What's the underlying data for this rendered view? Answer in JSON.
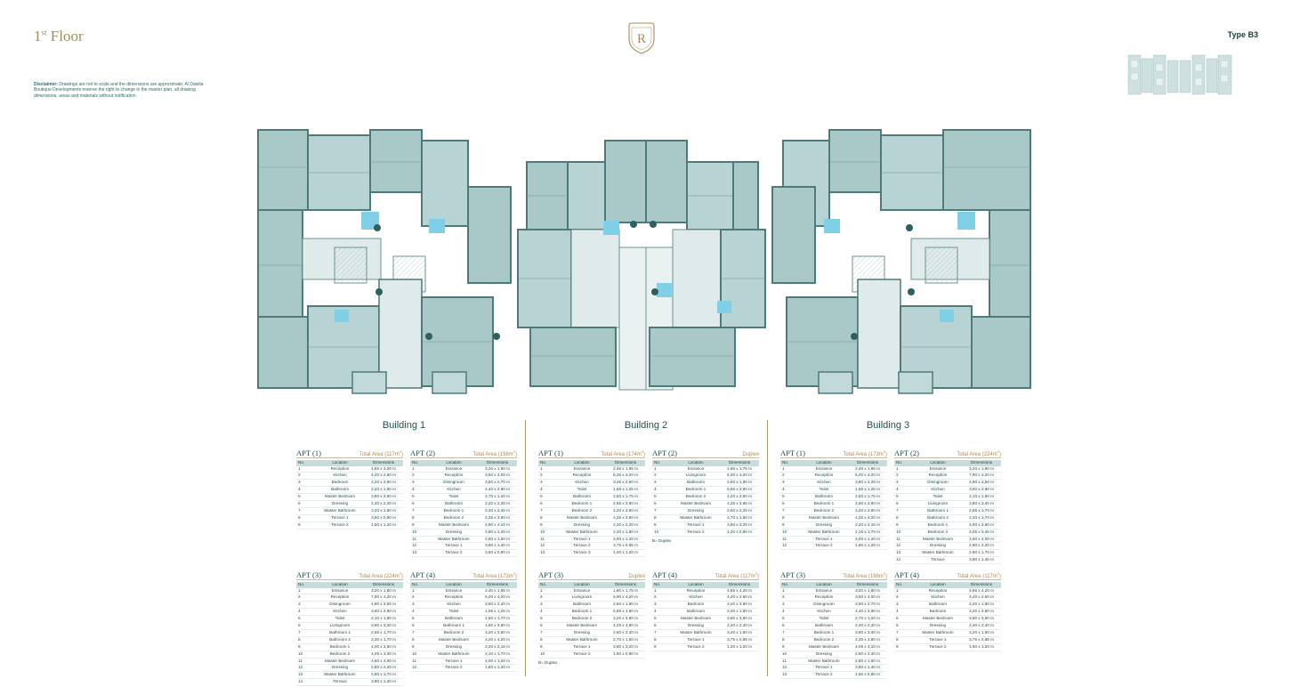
{
  "header": {
    "floor_number": "1",
    "floor_suffix": "st",
    "floor_word": "Floor",
    "logo_letter": "R",
    "type_label": "Type B3"
  },
  "disclaimer": {
    "label": "Disclaimer:",
    "text": "Drawings are not to scale and the dimensions are approximate, Al Dawlia Boutique Developments reserve the right to change in the master plan, all drawing dimensions, areas and materials without notification."
  },
  "colors": {
    "teal": "#9fc2c2",
    "wall": "#4f7a7a",
    "gold": "#a88a58",
    "header_fill": "#c8dcdc"
  },
  "columns": {
    "no": "No.",
    "location": "Location",
    "dimensions": "Dimensions"
  },
  "area_prefix": "Total Area",
  "area_unit_sup": "2",
  "buildings": [
    {
      "title": "Building 1",
      "apartments": [
        {
          "name": "APT (1)",
          "area": "(117m",
          "rows": [
            [
              "1",
              "Reception",
              "4,65 x 4,20 m"
            ],
            [
              "2",
              "Kitchen",
              "4,20 x 2,60 m"
            ],
            [
              "3",
              "Bedroom",
              "4,20 x 3,80 m"
            ],
            [
              "4",
              "Bathroom",
              "2,20 x 1,80 m"
            ],
            [
              "5",
              "Master Bedroom",
              "3,80 x 3,80 m"
            ],
            [
              "6",
              "Dressing",
              "2,40 x 2,20 m"
            ],
            [
              "7",
              "Master Bathroom",
              "3,20 x 1,60 m"
            ],
            [
              "8",
              "Terrace 1",
              "3,60 x 0,90 m"
            ],
            [
              "9",
              "Terrace 2",
              "1,50 x 1,20 m"
            ]
          ]
        },
        {
          "name": "APT (2)",
          "area": "(198m",
          "rows": [
            [
              "1",
              "Entrance",
              "3,20 x 1,80 m"
            ],
            [
              "2",
              "Reception",
              "3,50 x 4,00 m"
            ],
            [
              "3",
              "Diningroom",
              "3,50 x 2,70 m"
            ],
            [
              "4",
              "Kitchen",
              "4,40 x 2,90 m"
            ],
            [
              "5",
              "Toilet",
              "2,70 x 1,20 m"
            ],
            [
              "6",
              "Bathroom",
              "2,20 x 2,20 m"
            ],
            [
              "7",
              "Bedroom 1",
              "3,40 x 3,40 m"
            ],
            [
              "8",
              "Bedroom 2",
              "4,35 x 3,80 m"
            ],
            [
              "9",
              "Master Bedroom",
              "4,90 x 4,10 m"
            ],
            [
              "10",
              "Dressing",
              "2,80 x 2,20 m"
            ],
            [
              "11",
              "Master Bathroom",
              "2,80 x 1,60 m"
            ],
            [
              "12",
              "Terrace 1",
              "3,90 x 1,40 m"
            ],
            [
              "13",
              "Terrace 2",
              "3,50 x 0,90 m"
            ]
          ]
        },
        {
          "name": "APT (3)",
          "area": "(224m",
          "rows": [
            [
              "1",
              "Entrance",
              "3,20 x 1,80 m"
            ],
            [
              "2",
              "Reception",
              "7,90 x 4,20 m"
            ],
            [
              "3",
              "Diningroom",
              "4,90 x 3,50 m"
            ],
            [
              "4",
              "Kitchen",
              "3,60 x 2,90 m"
            ],
            [
              "5",
              "Toilet",
              "2,10 x 1,80 m"
            ],
            [
              "6",
              "Livingroom",
              "3,80 x 3,40 m"
            ],
            [
              "7",
              "Bathroom 1",
              "2,55 x 1,70 m"
            ],
            [
              "8",
              "Bathroom 2",
              "2,30 x 1,70 m"
            ],
            [
              "9",
              "Bedroom 1",
              "4,00 x 3,60 m"
            ],
            [
              "10",
              "Bedroom 2",
              "4,05 x 3,40 m"
            ],
            [
              "11",
              "Master Bedroom",
              "4,50 x 4,00 m"
            ],
            [
              "12",
              "Dressing",
              "2,80 x 2,20 m"
            ],
            [
              "13",
              "Master Bathroom",
              "2,80 x 1,70 m"
            ],
            [
              "14",
              "Terrace",
              "3,90 x 1,40 m"
            ]
          ]
        },
        {
          "name": "APT (4)",
          "area": "(173m",
          "rows": [
            [
              "1",
              "Entrance",
              "2,40 x 1,65 m"
            ],
            [
              "2",
              "Reception",
              "6,20 x 4,20 m"
            ],
            [
              "3",
              "Kitchen",
              "3,80 x 2,20 m"
            ],
            [
              "4",
              "Toilet",
              "1,65 x 1,25 m"
            ],
            [
              "5",
              "Bathroom",
              "2,50 x 1,70 m"
            ],
            [
              "6",
              "Bathroom 1",
              "4,50 x 3,80 m"
            ],
            [
              "7",
              "Bedroom 2",
              "4,20 x 3,80 m"
            ],
            [
              "8",
              "Master Bedroom",
              "4,20 x 4,20 m"
            ],
            [
              "9",
              "Dressing",
              "2,20 x 2,15 m"
            ],
            [
              "10",
              "Master Bathroom",
              "2,10 x 1,70 m"
            ],
            [
              "11",
              "Terrace 1",
              "4,00 x 1,20 m"
            ],
            [
              "12",
              "Terrace 2",
              "1,80 x 1,20 m"
            ]
          ]
        }
      ]
    },
    {
      "title": "Building 2",
      "apartments": [
        {
          "name": "APT (1)",
          "area": "(174m",
          "rows": [
            [
              "1",
              "Entrance",
              "2,45 x 1,65 m"
            ],
            [
              "2",
              "Reception",
              "6,35 x 4,20 m"
            ],
            [
              "3",
              "Kitchen",
              "3,45 x 2,60 m"
            ],
            [
              "4",
              "Toilet",
              "1,65 x 1,25 m"
            ],
            [
              "5",
              "Bathroom",
              "2,50 x 1,75 m"
            ],
            [
              "6",
              "Bedroom 1",
              "4,55 x 3,80 m"
            ],
            [
              "7",
              "Bedroom 2",
              "4,20 x 3,80 m"
            ],
            [
              "8",
              "Master Bedroom",
              "4,25 x 3,80 m"
            ],
            [
              "9",
              "Dressing",
              "2,30 x 2,20 m"
            ],
            [
              "10",
              "Master Bathroom",
              "2,30 x 1,60 m"
            ],
            [
              "11",
              "Terrace 1",
              "4,00 x 1,20 m"
            ],
            [
              "12",
              "Terrace 2",
              "3,75 x 0,85 m"
            ],
            [
              "13",
              "Terrace 3",
              "1,20 x 1,20 m"
            ]
          ]
        },
        {
          "name": "APT (2)",
          "area_text": "Duplex",
          "note": "B= Duplex",
          "rows": [
            [
              "1",
              "Entrance",
              "1,80 x 1,75 m"
            ],
            [
              "2",
              "Livingroom",
              "5,30 x 4,20 m"
            ],
            [
              "3",
              "Bathroom",
              "2,60 x 1,90 m"
            ],
            [
              "4",
              "Bedroom 1",
              "5,85 x 3,80 m"
            ],
            [
              "5",
              "Bedroom 2",
              "4,20 x 3,80 m"
            ],
            [
              "6",
              "Master Bedroom",
              "4,25 x 3,85 m"
            ],
            [
              "7",
              "Dressing",
              "2,60 x 2,20 m"
            ],
            [
              "8",
              "Master Bathroom",
              "2,70 x 1,60 m"
            ],
            [
              "9",
              "Terrace 1",
              "3,60 x 3,20 m"
            ],
            [
              "10",
              "Terrace 2",
              "1,20 x 0,90 m"
            ]
          ]
        },
        {
          "name": "APT (3)",
          "area_text": "Duplex",
          "note": "B= Duplex",
          "rows": [
            [
              "1",
              "Entrance",
              "1,80 x 1,75 m"
            ],
            [
              "2",
              "Livingroom",
              "5,90 x 4,20 m"
            ],
            [
              "3",
              "Bathroom",
              "2,60 x 1,90 m"
            ],
            [
              "4",
              "Bedroom 1",
              "5,85 x 3,80 m"
            ],
            [
              "5",
              "Bedroom 2",
              "4,20 x 3,80 m"
            ],
            [
              "6",
              "Master Bedroom",
              "4,25 x 3,80 m"
            ],
            [
              "7",
              "Dressing",
              "2,60 x 2,20 m"
            ],
            [
              "8",
              "Master Bathroom",
              "2,70 x 1,60 m"
            ],
            [
              "9",
              "Terrace 1",
              "3,80 x 3,20 m"
            ],
            [
              "10",
              "Terrace 2",
              "1,50 x 0,90 m"
            ]
          ]
        },
        {
          "name": "APT (4)",
          "area": "(117m",
          "rows": [
            [
              "1",
              "Reception",
              "4,65 x 4,20 m"
            ],
            [
              "2",
              "Kitchen",
              "4,20 x 2,60 m"
            ],
            [
              "3",
              "Bedroom",
              "4,20 x 3,80 m"
            ],
            [
              "4",
              "Bathroom",
              "2,20 x 1,80 m"
            ],
            [
              "5",
              "Master Bedroom",
              "3,80 x 3,80 m"
            ],
            [
              "6",
              "Dressing",
              "2,40 x 2,20 m"
            ],
            [
              "7",
              "Master Bathroom",
              "3,40 x 1,60 m"
            ],
            [
              "8",
              "Terrace 1",
              "3,75 x 0,85 m"
            ],
            [
              "9",
              "Terrace 2",
              "1,20 x 1,20 m"
            ]
          ]
        }
      ]
    },
    {
      "title": "Building 3",
      "apartments": [
        {
          "name": "APT (1)",
          "area": "(173m",
          "rows": [
            [
              "1",
              "Entrance",
              "2,40 x 1,65 m"
            ],
            [
              "2",
              "Reception",
              "6,20 x 4,20 m"
            ],
            [
              "3",
              "Kitchen",
              "3,80 x 2,20 m"
            ],
            [
              "4",
              "Toilet",
              "1,65 x 1,25 m"
            ],
            [
              "5",
              "Bathroom",
              "2,50 x 1,75 m"
            ],
            [
              "6",
              "Bedroom 1",
              "4,50 x 3,80 m"
            ],
            [
              "7",
              "Bedroom 2",
              "4,20 x 3,80 m"
            ],
            [
              "8",
              "Master Bedroom",
              "4,25 x 4,20 m"
            ],
            [
              "9",
              "Dressing",
              "2,20 x 2,15 m"
            ],
            [
              "10",
              "Master Bathroom",
              "2,15 x 1,70 m"
            ],
            [
              "11",
              "Terrace 1",
              "4,00 x 1,20 m"
            ],
            [
              "12",
              "Terrace 2",
              "1,80 x 1,20 m"
            ]
          ]
        },
        {
          "name": "APT (2)",
          "area": "(224m",
          "rows": [
            [
              "1",
              "Entrance",
              "3,20 x 1,80 m"
            ],
            [
              "2",
              "Reception",
              "7,90 x 4,20 m"
            ],
            [
              "3",
              "Diningroom",
              "4,90 x 3,50 m"
            ],
            [
              "4",
              "Kitchen",
              "3,60 x 2,90 m"
            ],
            [
              "5",
              "Toilet",
              "2,10 x 1,80 m"
            ],
            [
              "6",
              "Livingroom",
              "3,80 x 3,40 m"
            ],
            [
              "7",
              "Bathroom 1",
              "2,55 x 1,70 m"
            ],
            [
              "8",
              "Bathroom 2",
              "2,30 x 1,70 m"
            ],
            [
              "9",
              "Bedroom 1",
              "4,00 x 3,60 m"
            ],
            [
              "10",
              "Bedroom 2",
              "4,05 x 3,40 m"
            ],
            [
              "11",
              "Master Bedroom",
              "4,50 x 4,00 m"
            ],
            [
              "12",
              "Dressing",
              "2,80 x 2,20 m"
            ],
            [
              "13",
              "Master Bathroom",
              "2,80 x 1,70 m"
            ],
            [
              "14",
              "Terrace",
              "3,90 x 1,40 m"
            ]
          ]
        },
        {
          "name": "APT (3)",
          "area": "(198m",
          "rows": [
            [
              "1",
              "Entrance",
              "3,20 x 1,80 m"
            ],
            [
              "2",
              "Reception",
              "3,50 x 4,00 m"
            ],
            [
              "3",
              "Diningroom",
              "3,50 x 2,70 m"
            ],
            [
              "4",
              "Kitchen",
              "4,40 x 2,90 m"
            ],
            [
              "5",
              "Toilet",
              "2,70 x 1,20 m"
            ],
            [
              "6",
              "Bathroom",
              "2,20 x 2,20 m"
            ],
            [
              "7",
              "Bedroom 1",
              "3,80 x 3,40 m"
            ],
            [
              "8",
              "Bedroom 2",
              "4,35 x 3,80 m"
            ],
            [
              "9",
              "Master Bedroom",
              "4,05 x 4,10 m"
            ],
            [
              "10",
              "Dressing",
              "2,80 x 2,20 m"
            ],
            [
              "11",
              "Master Bathroom",
              "2,80 x 1,60 m"
            ],
            [
              "12",
              "Terrace 1",
              "3,80 x 1,40 m"
            ],
            [
              "13",
              "Terrace 2",
              "1,50 x 0,90 m"
            ]
          ]
        },
        {
          "name": "APT (4)",
          "area": "(117m",
          "rows": [
            [
              "1",
              "Reception",
              "4,65 x 4,20 m"
            ],
            [
              "2",
              "Kitchen",
              "4,20 x 2,60 m"
            ],
            [
              "3",
              "Bathroom",
              "2,20 x 1,80 m"
            ],
            [
              "4",
              "Bedroom",
              "4,20 x 3,80 m"
            ],
            [
              "5",
              "Master Bedroom",
              "3,80 x 3,80 m"
            ],
            [
              "6",
              "Dressing",
              "2,40 x 2,20 m"
            ],
            [
              "7",
              "Master Bathroom",
              "3,20 x 1,60 m"
            ],
            [
              "8",
              "Terrace 1",
              "3,75 x 0,85 m"
            ],
            [
              "9",
              "Terrace 2",
              "1,50 x 1,20 m"
            ]
          ]
        }
      ]
    }
  ]
}
